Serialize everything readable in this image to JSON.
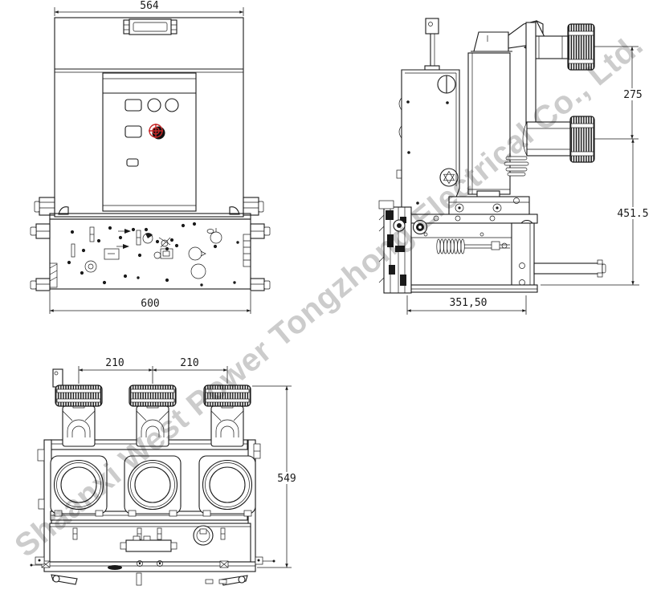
{
  "drawing": {
    "watermark": "Shaanxi West Power Tongzhong Electrical Co., Ltd.",
    "colors": {
      "line": "#1a1a1a",
      "watermark_gray": "#9c9c9c",
      "trip_button_red": "#c62828",
      "background": "#ffffff"
    },
    "views": {
      "front": {
        "dims": {
          "top_width": "564",
          "bottom_width": "600"
        }
      },
      "side": {
        "dims": {
          "bushing_spacing": "275",
          "overall_height": "451.5",
          "depth": "351,50"
        }
      },
      "top": {
        "dims": {
          "pole_pitch_1": "210",
          "pole_pitch_2": "210",
          "overall_depth": "549"
        }
      }
    }
  }
}
